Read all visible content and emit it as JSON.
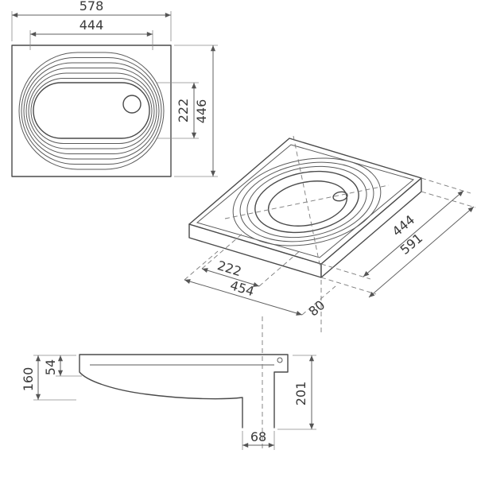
{
  "drawing": {
    "plan": {
      "overall_width": "578",
      "groove_width": "444",
      "overall_depth": "446",
      "bowl_length": "222"
    },
    "iso": {
      "bowl_width": "222",
      "platform_width": "454",
      "platform_depth": "444",
      "diagonal_length": "591",
      "thickness": "80"
    },
    "side": {
      "body_height": "160",
      "rim_height": "54",
      "overall_height": "201",
      "outlet_width": "68"
    }
  },
  "colors": {
    "outline": "#4a4a4a",
    "dimension": "#606060",
    "text": "#3a3a3a",
    "background": "#ffffff"
  }
}
